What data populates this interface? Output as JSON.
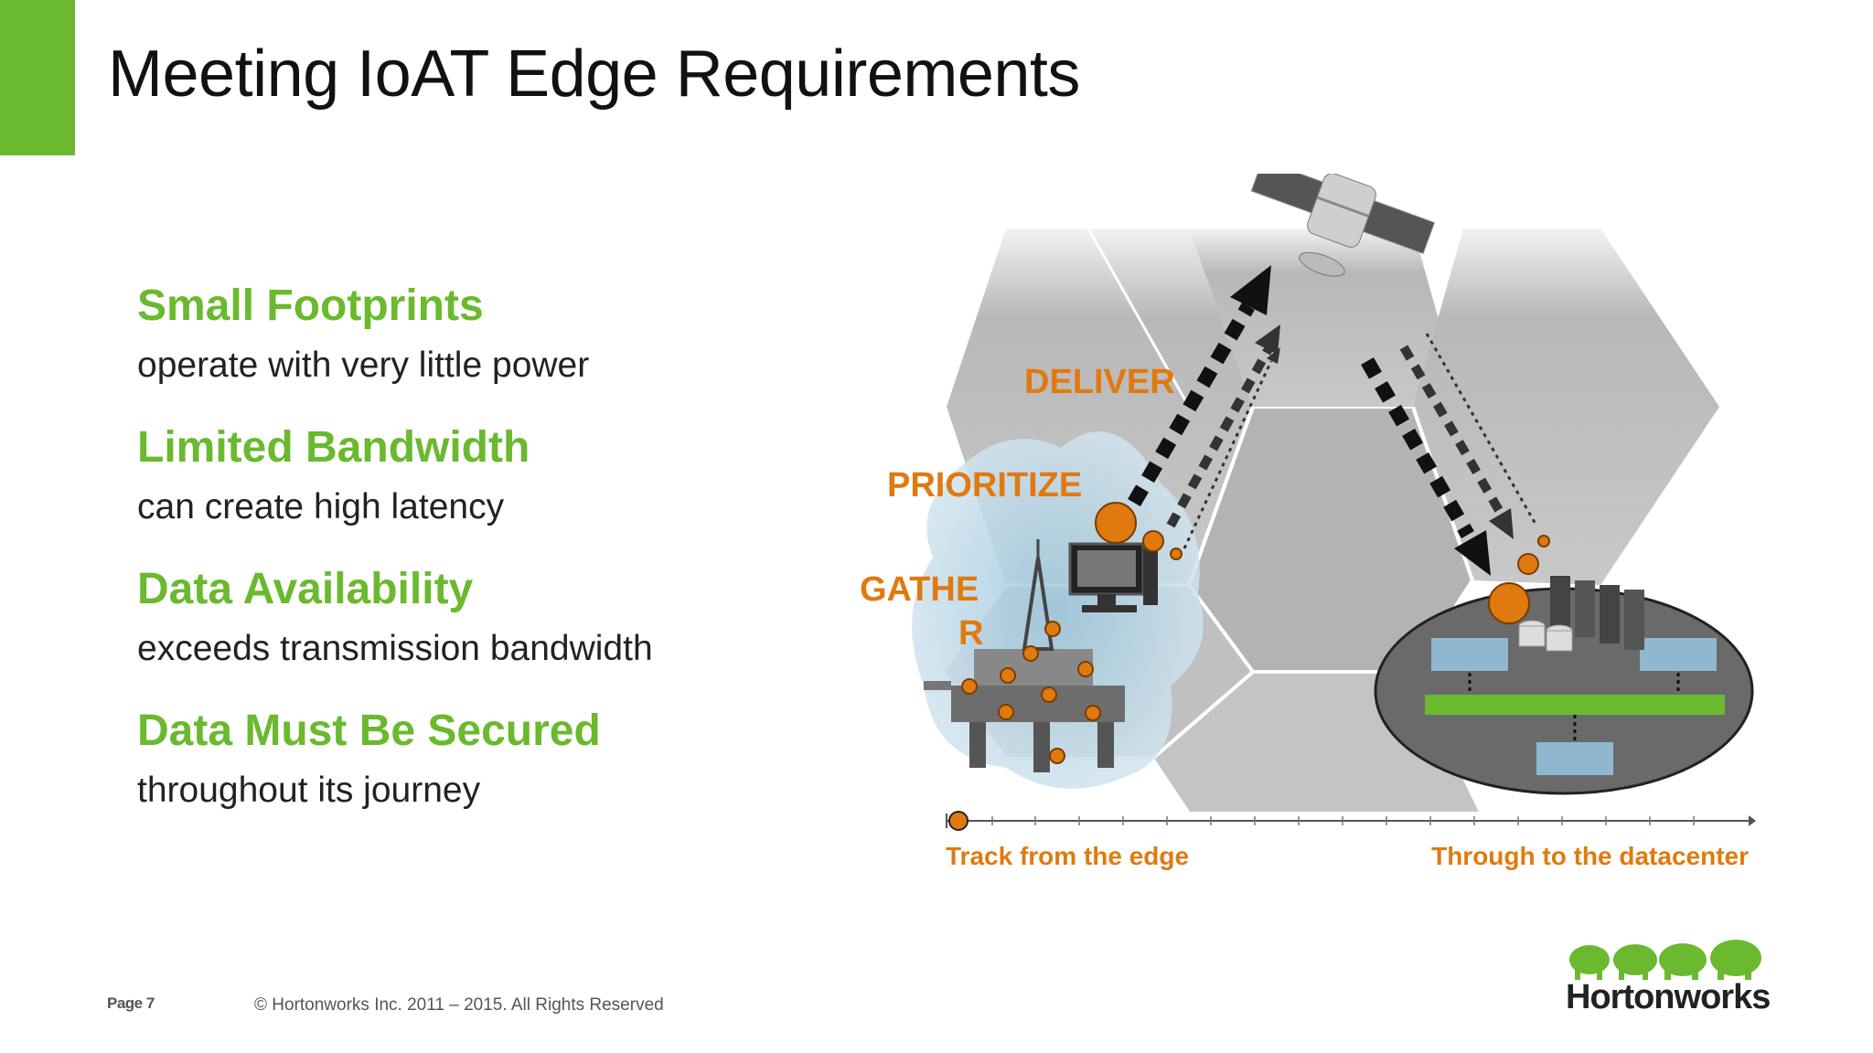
{
  "slide": {
    "title": "Meeting IoAT Edge Requirements",
    "accent_color": "#6ab92e"
  },
  "requirements": [
    {
      "heading": "Small Footprints",
      "description": "operate with very little power"
    },
    {
      "heading": "Limited Bandwidth",
      "description": "can create high latency"
    },
    {
      "heading": "Data Availability",
      "description": "exceeds transmission bandwidth"
    },
    {
      "heading": "Data Must Be Secured",
      "description": "throughout its journey"
    }
  ],
  "diagram": {
    "stages": {
      "deliver": "DELIVER",
      "prioritize": "PRIORITIZE",
      "gather_line1": "GATHE",
      "gather_line2": "R"
    },
    "timeline": {
      "start_label": "Track from the edge",
      "end_label": "Through to the datacenter"
    },
    "colors": {
      "stage": "#e07a10",
      "hex_fill": "#bdbdbd",
      "cluster_bar": "#6ab92e",
      "node": "#8fb8d0"
    },
    "icons": [
      "satellite-icon",
      "oil-rig-icon",
      "computer-icon",
      "server-rack-icon",
      "database-icon"
    ]
  },
  "footer": {
    "page": "Page 7",
    "copyright": "© Hortonworks Inc. 2011 – 2015. All Rights Reserved",
    "logo_text": "Hortonworks"
  }
}
